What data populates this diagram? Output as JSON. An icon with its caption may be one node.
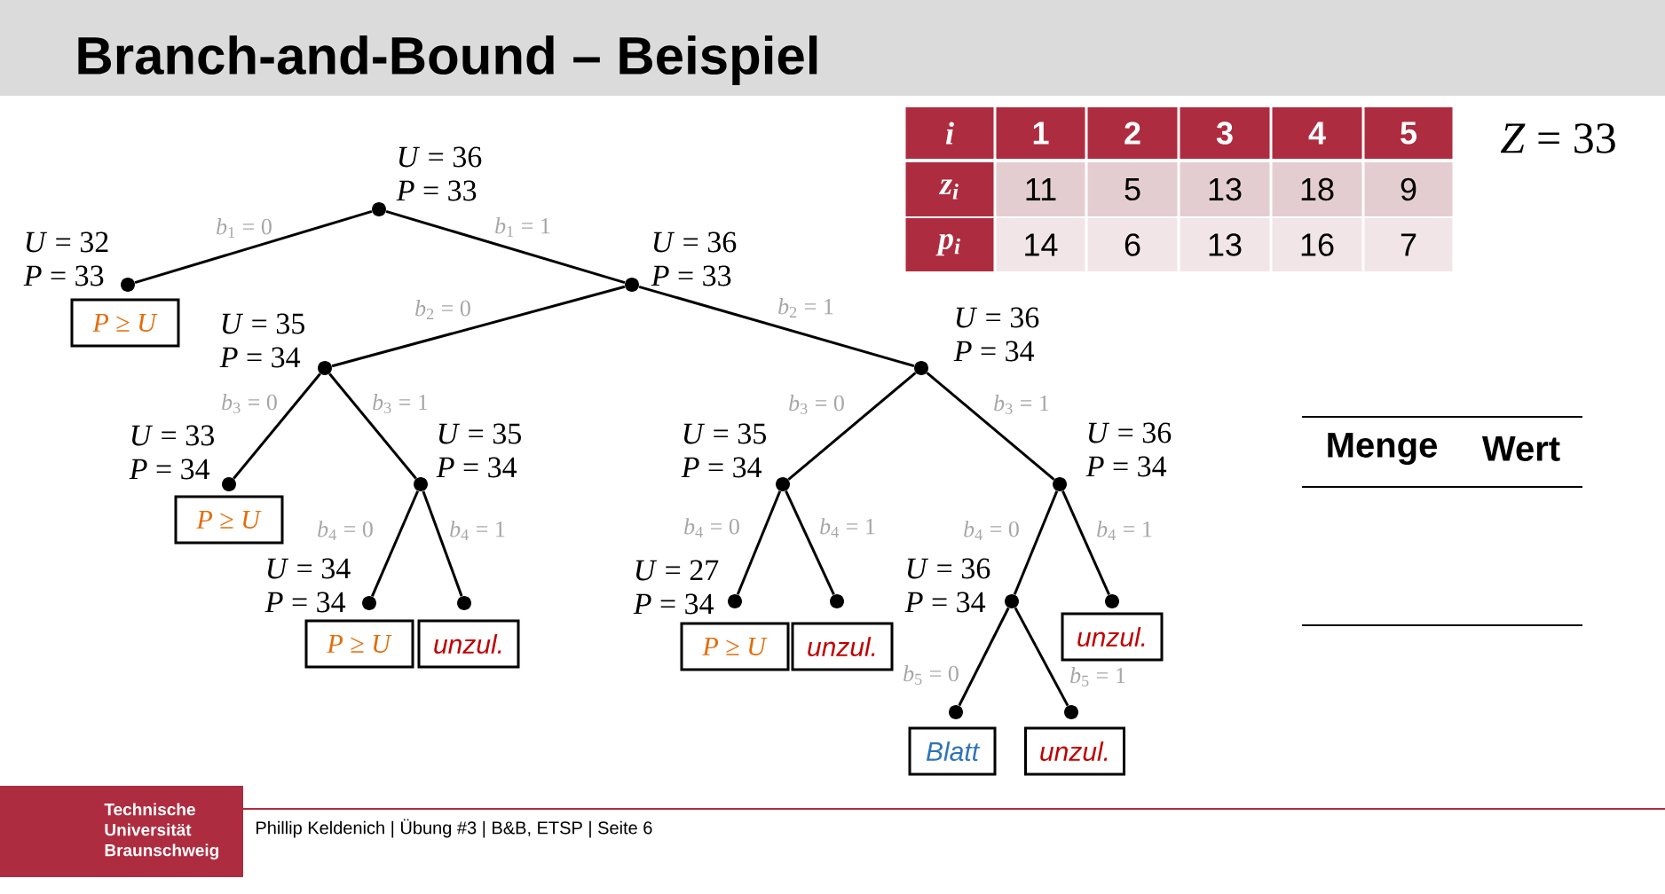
{
  "diagram": {
    "title": "Branch-and-Bound – Beispiel",
    "nodes": [
      {
        "text": [],
        "shape": "circle",
        "beside": [
          "*U* = 36",
          "*P* = 33"
        ]
      },
      {
        "text": [],
        "shape": "circle",
        "beside": [
          "*U* = 32",
          "*P* = 33"
        ]
      },
      {
        "text": [],
        "shape": "circle",
        "beside": [
          "*U* = 36",
          "*P* = 33"
        ]
      },
      {
        "text": [
          "*P* ≥ *U*"
        ]
      },
      {
        "text": [],
        "shape": "circle",
        "beside": [
          "*U* = 35",
          "*P* = 34"
        ]
      },
      {
        "text": [],
        "shape": "circle",
        "beside": [
          "*U* = 36",
          "*P* = 34"
        ]
      },
      {
        "text": [],
        "shape": "circle",
        "beside": [
          "*U* = 33",
          "*P* = 34"
        ]
      },
      {
        "text": [],
        "shape": "circle",
        "beside": [
          "*U* = 35",
          "*P* = 34"
        ]
      },
      {
        "text": [],
        "shape": "circle",
        "beside": [
          "*U* = 35",
          "*P* = 34"
        ]
      },
      {
        "text": [],
        "shape": "circle",
        "beside": [
          "*U* = 36",
          "*P* = 34"
        ]
      },
      {
        "text": [
          "*P* ≥ *U*"
        ]
      },
      {
        "text": [],
        "shape": "circle",
        "beside": [
          "*U* = 34",
          "*P* = 34"
        ]
      },
      {
        "text": [],
        "shape": "circle"
      },
      {
        "text": [],
        "shape": "circle",
        "beside": [
          "*U* = 27",
          "*P* = 34"
        ]
      },
      {
        "text": [],
        "shape": "circle"
      },
      {
        "text": [],
        "shape": "circle",
        "beside": [
          "*U* = 36",
          "*P* = 34"
        ]
      },
      {
        "text": [],
        "shape": "circle"
      },
      {
        "text": [
          "*P* ≥ *U*"
        ]
      },
      {
        "text": [
          "unzul."
        ]
      },
      {
        "text": [
          "*P* ≥ *U*"
        ]
      },
      {
        "text": [
          "unzul."
        ]
      },
      {
        "text": [
          "unzul."
        ]
      },
      {
        "text": [],
        "shape": "circle"
      },
      {
        "text": [],
        "shape": "circle"
      },
      {
        "text": [
          "Blatt"
        ]
      },
      {
        "text": [
          "unzul."
        ]
      }
    ],
    "edges": [
      {
        "from": 0,
        "to": 1,
        "arrow": "none",
        "label": "*b*$_{1}$ = 0"
      },
      {
        "from": 0,
        "to": 2,
        "arrow": "none",
        "label": "*b*$_{1}$ = 1"
      },
      {
        "from": 2,
        "to": 4,
        "arrow": "none",
        "label": "*b*$_{2}$ = 0"
      },
      {
        "from": 2,
        "to": 5,
        "arrow": "none",
        "label": "*b*$_{2}$ = 1"
      },
      {
        "from": 4,
        "to": 6,
        "arrow": "none",
        "label": "*b*$_{3}$ = 0"
      },
      {
        "from": 4,
        "to": 7,
        "arrow": "none",
        "label": "*b*$_{3}$ = 1"
      },
      {
        "from": 7,
        "to": 11,
        "arrow": "none",
        "label": "*b*$_{4}$ = 0"
      },
      {
        "from": 7,
        "to": 12,
        "arrow": "none",
        "label": "*b*$_{4}$ = 1"
      },
      {
        "from": 5,
        "to": 8,
        "arrow": "none",
        "label": "*b*$_{3}$ = 0"
      },
      {
        "from": 5,
        "to": 9,
        "arrow": "none",
        "label": "*b*$_{3}$ = 1"
      },
      {
        "from": 8,
        "to": 13,
        "arrow": "none",
        "label": "*b*$_{4}$ = 0"
      },
      {
        "from": 8,
        "to": 14,
        "arrow": "none",
        "label": "*b*$_{4}$ = 1"
      },
      {
        "from": 9,
        "to": 15,
        "arrow": "none",
        "label": "*b*$_{4}$ = 0"
      },
      {
        "from": 9,
        "to": 16,
        "arrow": "none",
        "label": "*b*$_{4}$ = 1"
      },
      {
        "from": 15,
        "to": 22,
        "arrow": "none",
        "label": "*b*$_{5}$ = 0"
      },
      {
        "from": 15,
        "to": 23,
        "arrow": "none",
        "label": "*b*$_{5}$ = 1"
      }
    ],
    "labels": [
      "i",
      "1",
      "2",
      "3",
      "4",
      "5",
      "z$_{i}$",
      "11",
      "5",
      "13",
      "18",
      "9",
      "p$_{i}$",
      "14",
      "6",
      "13",
      "16",
      "7",
      "*Z* = 33",
      "Menge",
      "Wert",
      "Technische Universität Braunschweig",
      "Phillip Keldenich | Übung #3 | B&B, ETSP | Seite 6"
    ]
  }
}
